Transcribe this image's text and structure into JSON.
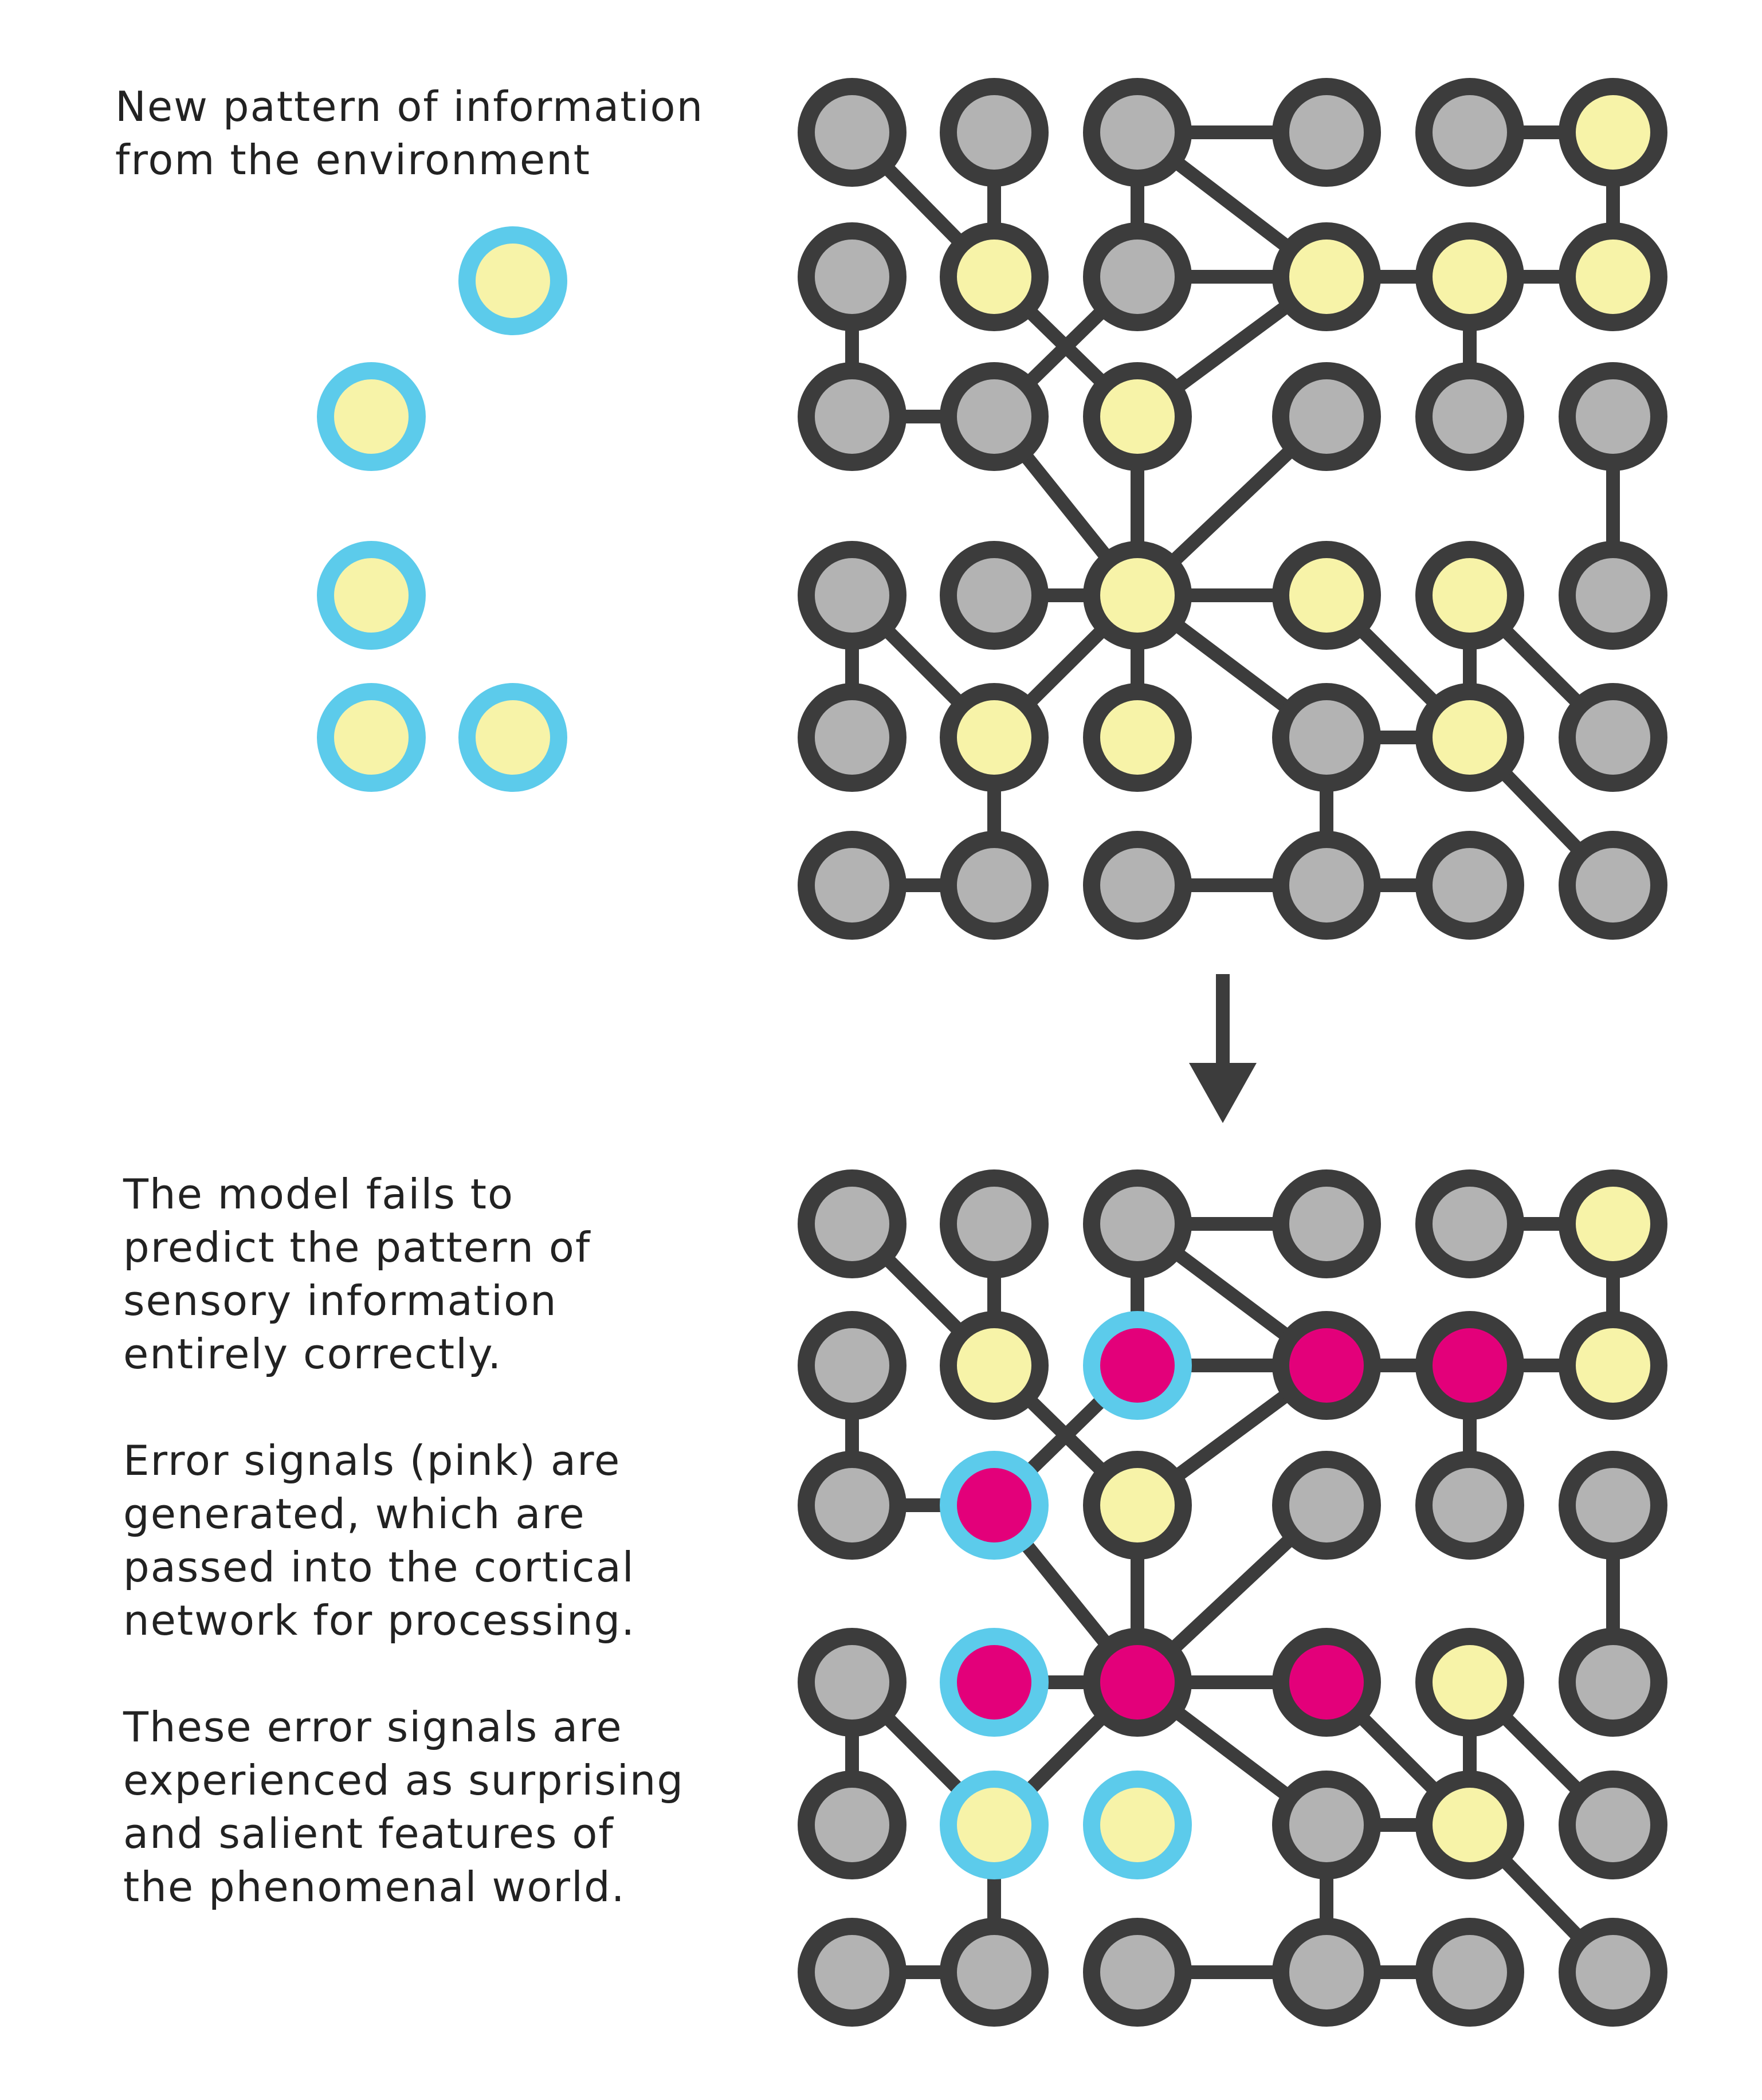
{
  "captions": {
    "top": [
      "New pattern of information",
      "from the environment"
    ],
    "bottom_p1": [
      "The model fails to",
      "predict the pattern of",
      "sensory information",
      "entirely correctly."
    ],
    "bottom_p2": [
      "Error signals (pink) are",
      "generated, which are",
      "passed into the cortical",
      "network for processing."
    ],
    "bottom_p3": [
      "These error signals are",
      "experienced as surprising",
      "and salient features of",
      "the phenomenal world."
    ]
  },
  "colors": {
    "node_stroke": "#3c3c3c",
    "edge": "#3c3c3c",
    "inactive": "#b3b3b3",
    "active": "#f7f3a8",
    "error": "#e3007a",
    "input_ring": "#5ccbeb",
    "arrow": "#3c3c3c"
  },
  "grid": {
    "rows": 6,
    "cols": 6,
    "edges": [
      [
        [
          0,
          0
        ],
        [
          1,
          1
        ]
      ],
      [
        [
          0,
          1
        ],
        [
          1,
          1
        ]
      ],
      [
        [
          0,
          2
        ],
        [
          0,
          3
        ]
      ],
      [
        [
          0,
          2
        ],
        [
          1,
          2
        ]
      ],
      [
        [
          0,
          2
        ],
        [
          1,
          3
        ]
      ],
      [
        [
          0,
          4
        ],
        [
          0,
          5
        ]
      ],
      [
        [
          0,
          5
        ],
        [
          1,
          5
        ]
      ],
      [
        [
          1,
          0
        ],
        [
          2,
          0
        ]
      ],
      [
        [
          1,
          1
        ],
        [
          2,
          2
        ]
      ],
      [
        [
          1,
          2
        ],
        [
          1,
          3
        ]
      ],
      [
        [
          1,
          2
        ],
        [
          2,
          1
        ]
      ],
      [
        [
          1,
          3
        ],
        [
          1,
          4
        ]
      ],
      [
        [
          1,
          3
        ],
        [
          2,
          2
        ]
      ],
      [
        [
          1,
          4
        ],
        [
          1,
          5
        ]
      ],
      [
        [
          1,
          4
        ],
        [
          2,
          4
        ]
      ],
      [
        [
          2,
          0
        ],
        [
          2,
          1
        ]
      ],
      [
        [
          2,
          1
        ],
        [
          3,
          2
        ]
      ],
      [
        [
          2,
          2
        ],
        [
          3,
          2
        ]
      ],
      [
        [
          2,
          3
        ],
        [
          3,
          2
        ]
      ],
      [
        [
          2,
          5
        ],
        [
          3,
          5
        ]
      ],
      [
        [
          3,
          0
        ],
        [
          4,
          0
        ]
      ],
      [
        [
          3,
          0
        ],
        [
          4,
          1
        ]
      ],
      [
        [
          3,
          1
        ],
        [
          3,
          2
        ]
      ],
      [
        [
          3,
          2
        ],
        [
          3,
          3
        ]
      ],
      [
        [
          3,
          2
        ],
        [
          4,
          1
        ]
      ],
      [
        [
          3,
          2
        ],
        [
          4,
          2
        ]
      ],
      [
        [
          3,
          2
        ],
        [
          4,
          3
        ]
      ],
      [
        [
          3,
          3
        ],
        [
          4,
          4
        ]
      ],
      [
        [
          3,
          4
        ],
        [
          4,
          4
        ]
      ],
      [
        [
          3,
          4
        ],
        [
          4,
          5
        ]
      ],
      [
        [
          4,
          1
        ],
        [
          5,
          1
        ]
      ],
      [
        [
          4,
          3
        ],
        [
          4,
          4
        ]
      ],
      [
        [
          4,
          3
        ],
        [
          5,
          3
        ]
      ],
      [
        [
          4,
          4
        ],
        [
          5,
          5
        ]
      ],
      [
        [
          5,
          0
        ],
        [
          5,
          1
        ]
      ],
      [
        [
          5,
          2
        ],
        [
          5,
          3
        ]
      ],
      [
        [
          5,
          3
        ],
        [
          5,
          4
        ]
      ]
    ],
    "top_states": [
      [
        "inactive",
        "inactive",
        "inactive",
        "inactive",
        "inactive",
        "active"
      ],
      [
        "inactive",
        "active",
        "inactive",
        "active",
        "active",
        "active"
      ],
      [
        "inactive",
        "inactive",
        "active",
        "inactive",
        "inactive",
        "inactive"
      ],
      [
        "inactive",
        "inactive",
        "active",
        "active",
        "active",
        "inactive"
      ],
      [
        "inactive",
        "active",
        "active",
        "inactive",
        "active",
        "inactive"
      ],
      [
        "inactive",
        "inactive",
        "inactive",
        "inactive",
        "inactive",
        "inactive"
      ]
    ],
    "bottom_states": [
      [
        "inactive",
        "inactive",
        "inactive",
        "inactive",
        "inactive",
        "active"
      ],
      [
        "inactive",
        "active",
        "error",
        "error",
        "error",
        "active"
      ],
      [
        "inactive",
        "error",
        "active",
        "inactive",
        "inactive",
        "inactive"
      ],
      [
        "inactive",
        "error",
        "error",
        "error",
        "active",
        "inactive"
      ],
      [
        "inactive",
        "active",
        "active",
        "inactive",
        "active",
        "inactive"
      ],
      [
        "inactive",
        "inactive",
        "inactive",
        "inactive",
        "inactive",
        "inactive"
      ]
    ],
    "bottom_input_rings": [
      [
        1,
        2
      ],
      [
        2,
        1
      ],
      [
        3,
        1
      ],
      [
        4,
        1
      ],
      [
        4,
        2
      ]
    ],
    "bottom_missing_edges": [
      [
        [
          3,
          2
        ],
        [
          4,
          2
        ]
      ]
    ]
  },
  "input_pattern": [
    [
      1,
      2
    ],
    [
      2,
      1
    ],
    [
      3,
      1
    ],
    [
      4,
      1
    ],
    [
      4,
      2
    ]
  ]
}
